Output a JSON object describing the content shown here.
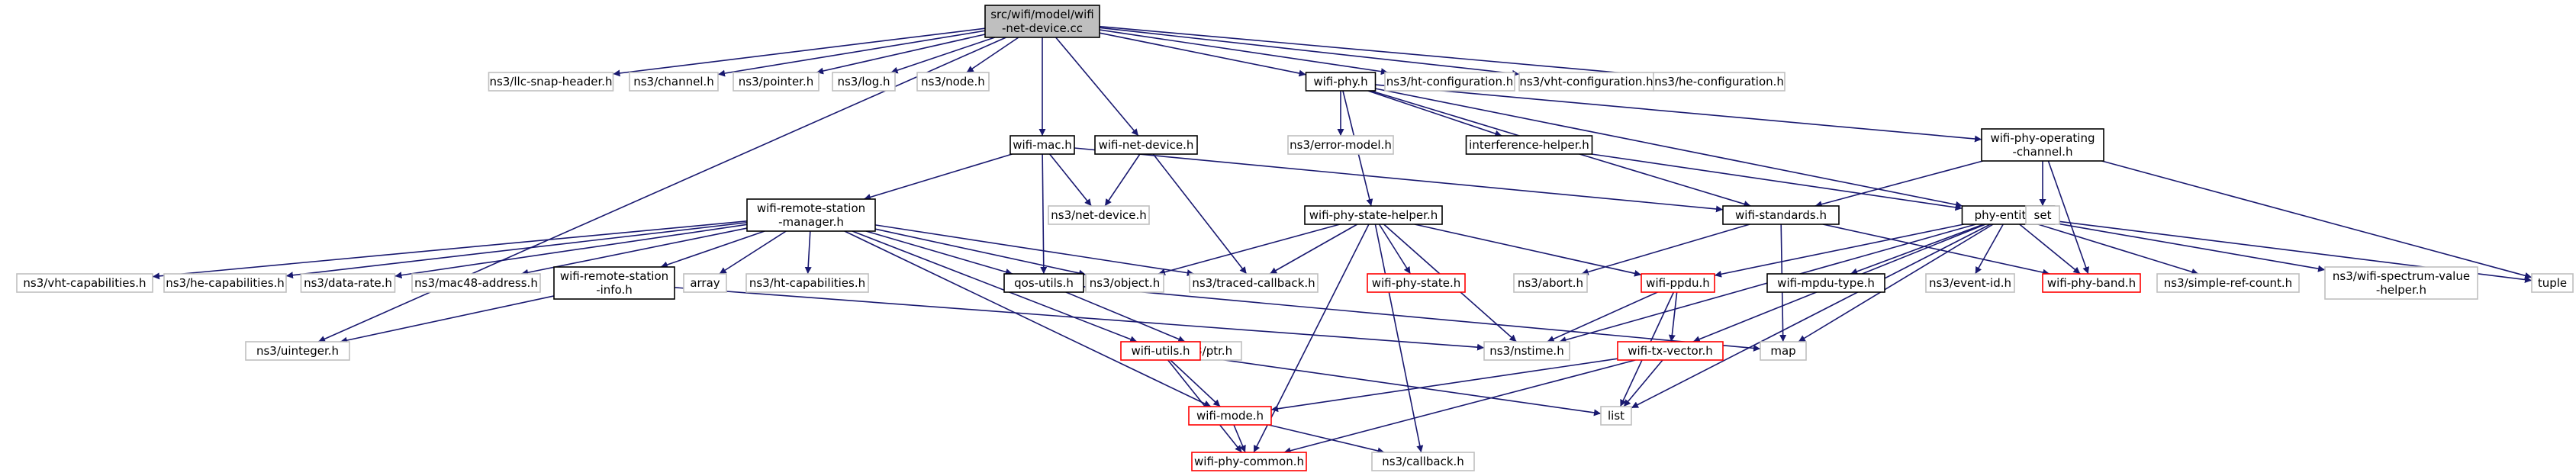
{
  "diagram": {
    "kind": "include-dependency-graph",
    "colors": {
      "root_fill": "#bfbfbf",
      "edge": "#191970",
      "border_documented": "#000000",
      "border_external": "#bfbfbf",
      "border_incomplete": "#ff0000"
    },
    "nodes": [
      {
        "id": "root",
        "lines": [
          "src/wifi/model/wifi",
          "-net-device.cc"
        ],
        "style": "root"
      },
      {
        "id": "llc",
        "lines": [
          "ns3/llc-snap-header.h"
        ],
        "style": "external"
      },
      {
        "id": "channel",
        "lines": [
          "ns3/channel.h"
        ],
        "style": "external"
      },
      {
        "id": "pointer",
        "lines": [
          "ns3/pointer.h"
        ],
        "style": "external"
      },
      {
        "id": "log",
        "lines": [
          "ns3/log.h"
        ],
        "style": "external"
      },
      {
        "id": "node",
        "lines": [
          "ns3/node.h"
        ],
        "style": "external"
      },
      {
        "id": "wifiphy",
        "lines": [
          "wifi-phy.h"
        ],
        "style": "documented"
      },
      {
        "id": "htconf",
        "lines": [
          "ns3/ht-configuration.h"
        ],
        "style": "external"
      },
      {
        "id": "vhtconf",
        "lines": [
          "ns3/vht-configuration.h"
        ],
        "style": "external"
      },
      {
        "id": "heconf",
        "lines": [
          "ns3/he-configuration.h"
        ],
        "style": "external"
      },
      {
        "id": "errormodel",
        "lines": [
          "ns3/error-model.h"
        ],
        "style": "external"
      },
      {
        "id": "interference",
        "lines": [
          "interference-helper.h"
        ],
        "style": "documented"
      },
      {
        "id": "opchannel",
        "lines": [
          "wifi-phy-operating",
          "-channel.h"
        ],
        "style": "documented"
      },
      {
        "id": "wifimac",
        "lines": [
          "wifi-mac.h"
        ],
        "style": "documented"
      },
      {
        "id": "wifinetdev",
        "lines": [
          "wifi-net-device.h"
        ],
        "style": "documented"
      },
      {
        "id": "netdevice",
        "lines": [
          "ns3/net-device.h"
        ],
        "style": "external"
      },
      {
        "id": "remotestation",
        "lines": [
          "wifi-remote-station",
          "-manager.h"
        ],
        "style": "documented"
      },
      {
        "id": "statehelper",
        "lines": [
          "wifi-phy-state-helper.h"
        ],
        "style": "documented"
      },
      {
        "id": "standards",
        "lines": [
          "wifi-standards.h"
        ],
        "style": "documented"
      },
      {
        "id": "phyentity",
        "lines": [
          "phy-entity.h"
        ],
        "style": "documented"
      },
      {
        "id": "set",
        "lines": [
          "set"
        ],
        "style": "external"
      },
      {
        "id": "tuple",
        "lines": [
          "tuple"
        ],
        "style": "external"
      },
      {
        "id": "vhtcap",
        "lines": [
          "ns3/vht-capabilities.h"
        ],
        "style": "external"
      },
      {
        "id": "hecap",
        "lines": [
          "ns3/he-capabilities.h"
        ],
        "style": "external"
      },
      {
        "id": "datarate",
        "lines": [
          "ns3/data-rate.h"
        ],
        "style": "external"
      },
      {
        "id": "mac48",
        "lines": [
          "ns3/mac48-address.h"
        ],
        "style": "external"
      },
      {
        "id": "stationinfo",
        "lines": [
          "wifi-remote-station",
          "-info.h"
        ],
        "style": "documented"
      },
      {
        "id": "array",
        "lines": [
          "array"
        ],
        "style": "external"
      },
      {
        "id": "htcap",
        "lines": [
          "ns3/ht-capabilities.h"
        ],
        "style": "external"
      },
      {
        "id": "qosutils",
        "lines": [
          "qos-utils.h"
        ],
        "style": "documented"
      },
      {
        "id": "object",
        "lines": [
          "ns3/object.h"
        ],
        "style": "external"
      },
      {
        "id": "traced",
        "lines": [
          "ns3/traced-callback.h"
        ],
        "style": "external"
      },
      {
        "id": "physstate",
        "lines": [
          "wifi-phy-state.h"
        ],
        "style": "incomplete"
      },
      {
        "id": "abort",
        "lines": [
          "ns3/abort.h"
        ],
        "style": "external"
      },
      {
        "id": "ppdu",
        "lines": [
          "wifi-ppdu.h"
        ],
        "style": "incomplete"
      },
      {
        "id": "mpdutype",
        "lines": [
          "wifi-mpdu-type.h"
        ],
        "style": "documented"
      },
      {
        "id": "eventid",
        "lines": [
          "ns3/event-id.h"
        ],
        "style": "external"
      },
      {
        "id": "phyband",
        "lines": [
          "wifi-phy-band.h"
        ],
        "style": "incomplete"
      },
      {
        "id": "simpleref",
        "lines": [
          "ns3/simple-ref-count.h"
        ],
        "style": "external"
      },
      {
        "id": "spectrum",
        "lines": [
          "ns3/wifi-spectrum-value",
          "-helper.h"
        ],
        "style": "external"
      },
      {
        "id": "uinteger",
        "lines": [
          "ns3/uinteger.h"
        ],
        "style": "external"
      },
      {
        "id": "ptr",
        "lines": [
          "ns3/ptr.h"
        ],
        "style": "external"
      },
      {
        "id": "nstime",
        "lines": [
          "ns3/nstime.h"
        ],
        "style": "external"
      },
      {
        "id": "map",
        "lines": [
          "map"
        ],
        "style": "external"
      },
      {
        "id": "txvector",
        "lines": [
          "wifi-tx-vector.h"
        ],
        "style": "incomplete"
      },
      {
        "id": "wifiutils",
        "lines": [
          "wifi-utils.h"
        ],
        "style": "incomplete"
      },
      {
        "id": "wifimode",
        "lines": [
          "wifi-mode.h"
        ],
        "style": "incomplete"
      },
      {
        "id": "list",
        "lines": [
          "list"
        ],
        "style": "external"
      },
      {
        "id": "callback",
        "lines": [
          "ns3/callback.h"
        ],
        "style": "external"
      },
      {
        "id": "physcommon",
        "lines": [
          "wifi-phy-common.h"
        ],
        "style": "incomplete"
      }
    ],
    "edges": [
      [
        "root",
        "llc"
      ],
      [
        "root",
        "channel"
      ],
      [
        "root",
        "pointer"
      ],
      [
        "root",
        "log"
      ],
      [
        "root",
        "node"
      ],
      [
        "root",
        "wifiphy"
      ],
      [
        "root",
        "htconf"
      ],
      [
        "root",
        "vhtconf"
      ],
      [
        "root",
        "heconf"
      ],
      [
        "root",
        "wifimac"
      ],
      [
        "root",
        "wifinetdev"
      ],
      [
        "root",
        "uinteger"
      ],
      [
        "wifiphy",
        "errormodel"
      ],
      [
        "wifiphy",
        "interference"
      ],
      [
        "wifiphy",
        "opchannel"
      ],
      [
        "wifiphy",
        "statehelper"
      ],
      [
        "wifiphy",
        "standards"
      ],
      [
        "wifiphy",
        "phyentity"
      ],
      [
        "interference",
        "phyentity"
      ],
      [
        "opchannel",
        "standards"
      ],
      [
        "opchannel",
        "set"
      ],
      [
        "opchannel",
        "tuple"
      ],
      [
        "opchannel",
        "phyband"
      ],
      [
        "wifimac",
        "netdevice"
      ],
      [
        "wifimac",
        "remotestation"
      ],
      [
        "wifimac",
        "standards"
      ],
      [
        "wifimac",
        "qosutils"
      ],
      [
        "wifinetdev",
        "netdevice"
      ],
      [
        "wifinetdev",
        "traced"
      ],
      [
        "remotestation",
        "vhtcap"
      ],
      [
        "remotestation",
        "hecap"
      ],
      [
        "remotestation",
        "datarate"
      ],
      [
        "remotestation",
        "mac48"
      ],
      [
        "remotestation",
        "stationinfo"
      ],
      [
        "remotestation",
        "array"
      ],
      [
        "remotestation",
        "htcap"
      ],
      [
        "remotestation",
        "qosutils"
      ],
      [
        "remotestation",
        "object"
      ],
      [
        "remotestation",
        "traced"
      ],
      [
        "remotestation",
        "wifiutils"
      ],
      [
        "remotestation",
        "wifimode"
      ],
      [
        "stationinfo",
        "uinteger"
      ],
      [
        "stationinfo",
        "nstime"
      ],
      [
        "statehelper",
        "object"
      ],
      [
        "statehelper",
        "traced"
      ],
      [
        "statehelper",
        "physstate"
      ],
      [
        "statehelper",
        "ppdu"
      ],
      [
        "statehelper",
        "nstime"
      ],
      [
        "statehelper",
        "physcommon"
      ],
      [
        "statehelper",
        "callback"
      ],
      [
        "standards",
        "abort"
      ],
      [
        "standards",
        "map"
      ],
      [
        "standards",
        "phyband"
      ],
      [
        "phyentity",
        "nstime"
      ],
      [
        "phyentity",
        "ppdu"
      ],
      [
        "phyentity",
        "mpdutype"
      ],
      [
        "phyentity",
        "eventid"
      ],
      [
        "phyentity",
        "phyband"
      ],
      [
        "phyentity",
        "simpleref"
      ],
      [
        "phyentity",
        "spectrum"
      ],
      [
        "phyentity",
        "tuple"
      ],
      [
        "phyentity",
        "map"
      ],
      [
        "phyentity",
        "list"
      ],
      [
        "phyentity",
        "txvector"
      ],
      [
        "qosutils",
        "ptr"
      ],
      [
        "qosutils",
        "map"
      ],
      [
        "ppdu",
        "nstime"
      ],
      [
        "ppdu",
        "list"
      ],
      [
        "ppdu",
        "txvector"
      ],
      [
        "txvector",
        "list"
      ],
      [
        "txvector",
        "wifimode"
      ],
      [
        "txvector",
        "physcommon"
      ],
      [
        "wifiutils",
        "wifimode"
      ],
      [
        "wifiutils",
        "physcommon"
      ],
      [
        "wifiutils",
        "list"
      ],
      [
        "wifimode",
        "physcommon"
      ],
      [
        "wifimode",
        "callback"
      ]
    ]
  }
}
